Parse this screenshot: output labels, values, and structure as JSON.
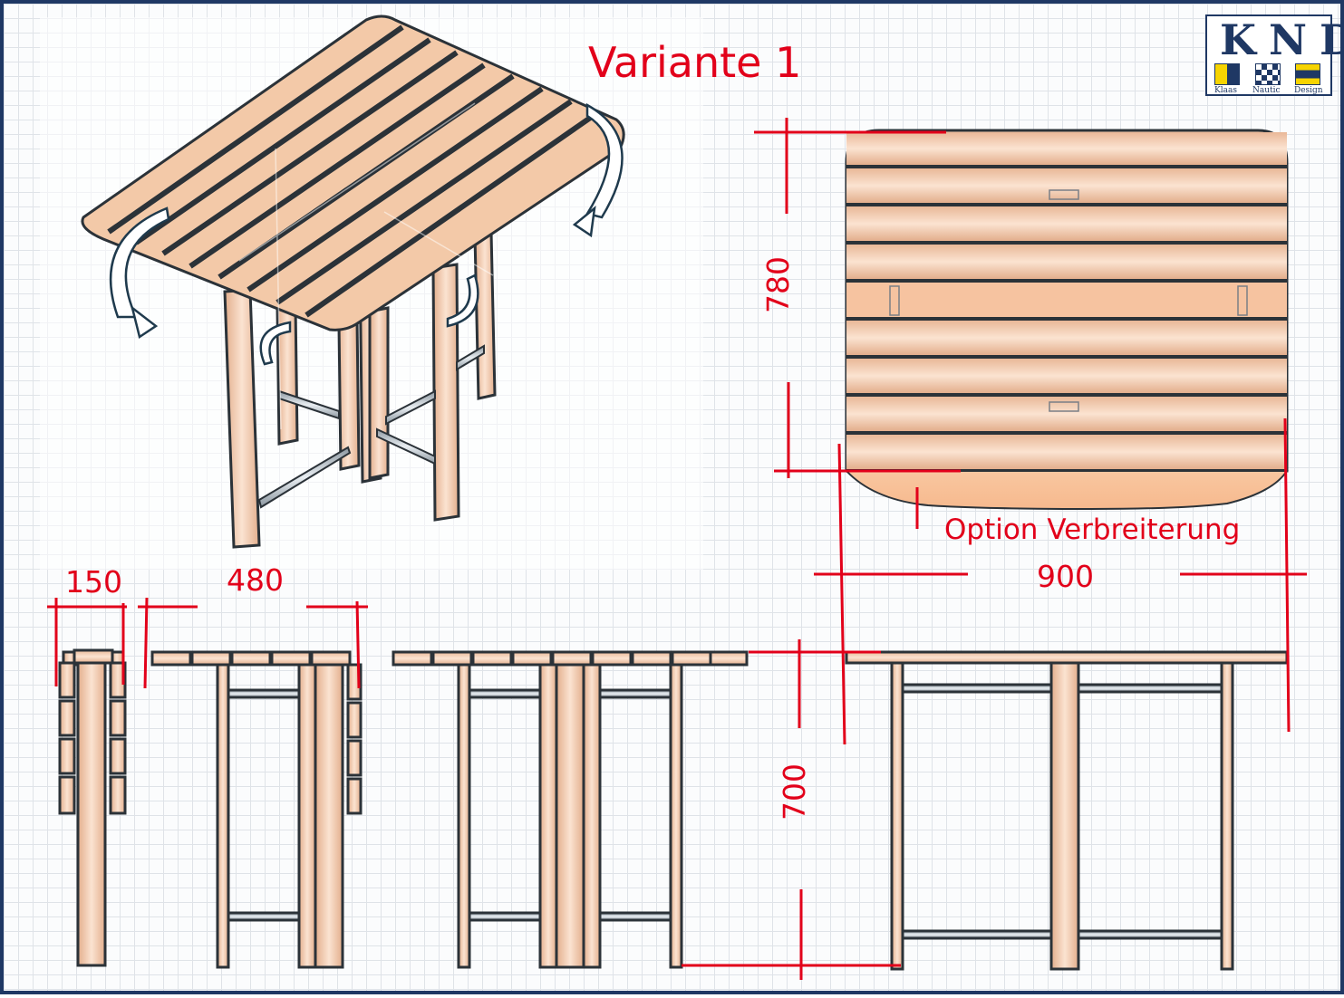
{
  "title": "Variante 1",
  "logo": {
    "letters": "KND",
    "words": [
      "Klaas",
      "Nautic",
      "Design"
    ],
    "colors": {
      "navy": "#1f3864",
      "yellow": "#f7d400"
    }
  },
  "dimensions": {
    "width_side": "150",
    "width_front": "480",
    "width_top": "900",
    "depth_top": "780",
    "height": "700"
  },
  "option_label": "Option Verbreiterung",
  "colors": {
    "wood": "#f3c9a8",
    "wood_highlight": "#fbe0cc",
    "outline": "#2b3238",
    "dimension_red": "#e2001a",
    "arrow": "#1f3a4d"
  },
  "icons": [
    "fold-arrow-icon"
  ]
}
